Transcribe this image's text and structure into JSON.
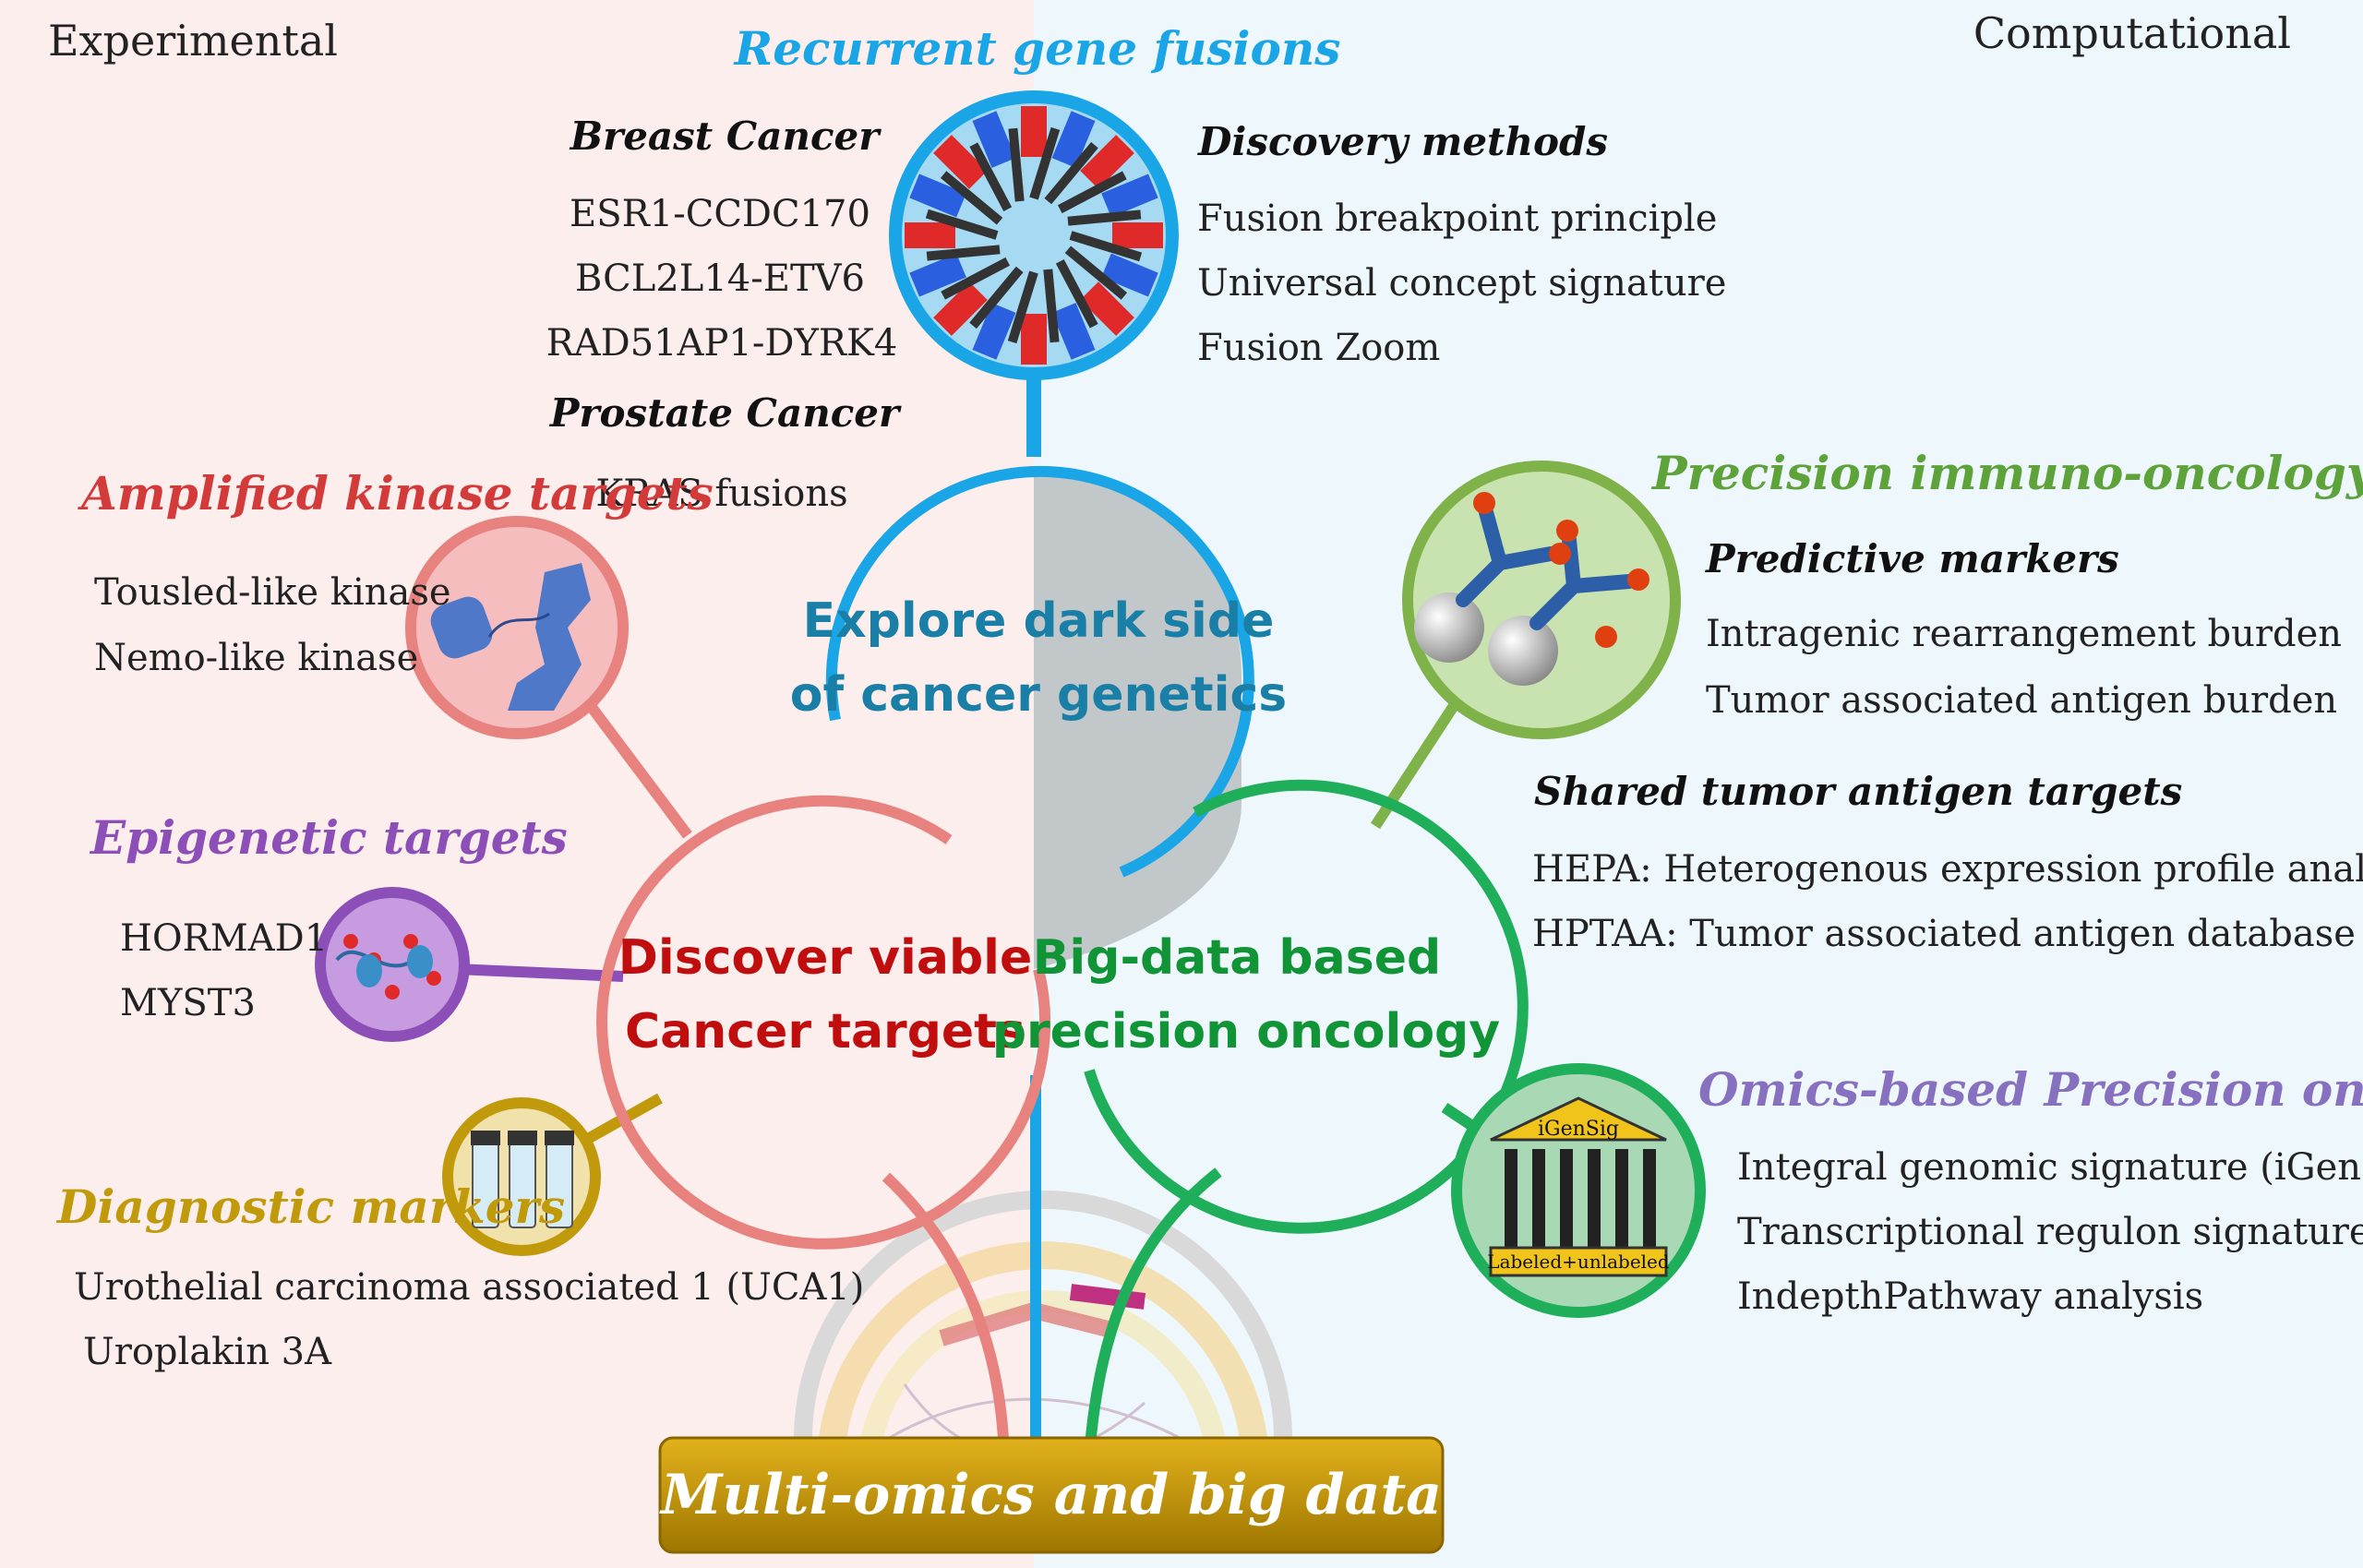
{
  "corners": {
    "left": "Experimental",
    "right": "Computational"
  },
  "hubs": {
    "top": [
      "Explore dark side",
      "of cancer genetics"
    ],
    "left": [
      "Discover viable",
      "Cancer targets"
    ],
    "right": [
      "Big-data based",
      "precision oncology"
    ]
  },
  "base": {
    "label": "Multi-omics and big data"
  },
  "sections": {
    "fusions": {
      "title": "Recurrent gene fusions",
      "breast": {
        "heading": "Breast Cancer",
        "items": [
          "ESR1-CCDC170",
          "BCL2L14-ETV6",
          "RAD51AP1-DYRK4"
        ]
      },
      "prostate": {
        "heading": "Prostate Cancer",
        "items": [
          "KRAS fusions"
        ]
      },
      "methods": {
        "heading": "Discovery methods",
        "items": [
          "Fusion breakpoint principle",
          "Universal concept signature",
          "Fusion Zoom"
        ]
      }
    },
    "kinase": {
      "title": "Amplified kinase targets",
      "items": [
        "Tousled-like kinase",
        "Nemo-like kinase"
      ]
    },
    "epigenetic": {
      "title": "Epigenetic targets",
      "items": [
        "HORMAD1",
        "MYST3"
      ]
    },
    "diagnostic": {
      "title": "Diagnostic markers",
      "items": [
        "Urothelial carcinoma associated 1 (UCA1)",
        "Uroplakin 3A"
      ]
    },
    "immuno": {
      "title": "Precision immuno-oncology",
      "predictive": {
        "heading": "Predictive markers",
        "items": [
          "Intragenic rearrangement burden",
          "Tumor associated antigen burden"
        ]
      },
      "shared": {
        "heading": "Shared tumor antigen targets",
        "items": [
          "HEPA: Heterogenous expression profile analysis",
          "HPTAA: Tumor associated antigen database"
        ]
      }
    },
    "omics": {
      "title": "Omics-based Precision oncology",
      "items": [
        "Integral genomic signature (iGenSig)",
        "Transcriptional regulon signature",
        "IndepthPathway analysis"
      ],
      "icon_top": "iGenSig",
      "icon_bottom": "Labeled+unlabeled"
    }
  },
  "colors": {
    "pink_bg": "#fdeeee",
    "blue_bg": "#eef7fb",
    "blue": "#1aa5e6",
    "teal": "#1a7fa6",
    "pink": "#e8827f",
    "red": "#c00d0d",
    "green": "#1fae5a",
    "dark_green": "#109436",
    "olive": "#7fb248",
    "light_green": "#5ea33a",
    "purple": "#8c4fb8",
    "gold": "#c19a0c",
    "lavender": "#8770c0",
    "crimson": "#d33b3b"
  }
}
